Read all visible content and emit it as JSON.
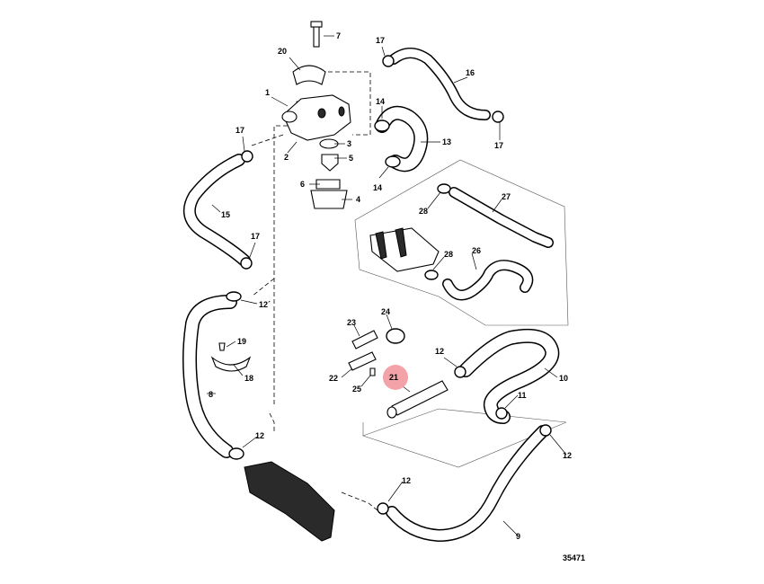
{
  "diagram_number": "35471",
  "highlight_color": "#f3a3a8",
  "callouts": [
    {
      "id": "c-7",
      "text": "7"
    },
    {
      "id": "c-20",
      "text": "20"
    },
    {
      "id": "c-1",
      "text": "1"
    },
    {
      "id": "c-17a",
      "text": "17"
    },
    {
      "id": "c-16",
      "text": "16"
    },
    {
      "id": "c-17b",
      "text": "17"
    },
    {
      "id": "c-14a",
      "text": "14"
    },
    {
      "id": "c-13",
      "text": "13"
    },
    {
      "id": "c-14b",
      "text": "14"
    },
    {
      "id": "c-3",
      "text": "3"
    },
    {
      "id": "c-5",
      "text": "5"
    },
    {
      "id": "c-2",
      "text": "2"
    },
    {
      "id": "c-6",
      "text": "6"
    },
    {
      "id": "c-4",
      "text": "4"
    },
    {
      "id": "c-17c",
      "text": "17"
    },
    {
      "id": "c-15",
      "text": "15"
    },
    {
      "id": "c-17d",
      "text": "17"
    },
    {
      "id": "c-12a",
      "text": "12´"
    },
    {
      "id": "c-28a",
      "text": "28"
    },
    {
      "id": "c-27",
      "text": "27"
    },
    {
      "id": "c-28b",
      "text": "28"
    },
    {
      "id": "c-26",
      "text": "26"
    },
    {
      "id": "c-19",
      "text": "19"
    },
    {
      "id": "c-18",
      "text": "18"
    },
    {
      "id": "c-8",
      "text": "8"
    },
    {
      "id": "c-23",
      "text": "23"
    },
    {
      "id": "c-24",
      "text": "24"
    },
    {
      "id": "c-22",
      "text": "22"
    },
    {
      "id": "c-25",
      "text": "25"
    },
    {
      "id": "c-21",
      "text": "21"
    },
    {
      "id": "c-12b",
      "text": "12"
    },
    {
      "id": "c-10",
      "text": "10"
    },
    {
      "id": "c-11",
      "text": "11"
    },
    {
      "id": "c-12c",
      "text": "12"
    },
    {
      "id": "c-12d",
      "text": "12"
    },
    {
      "id": "c-12e",
      "text": "12"
    },
    {
      "id": "c-9",
      "text": "9"
    }
  ]
}
